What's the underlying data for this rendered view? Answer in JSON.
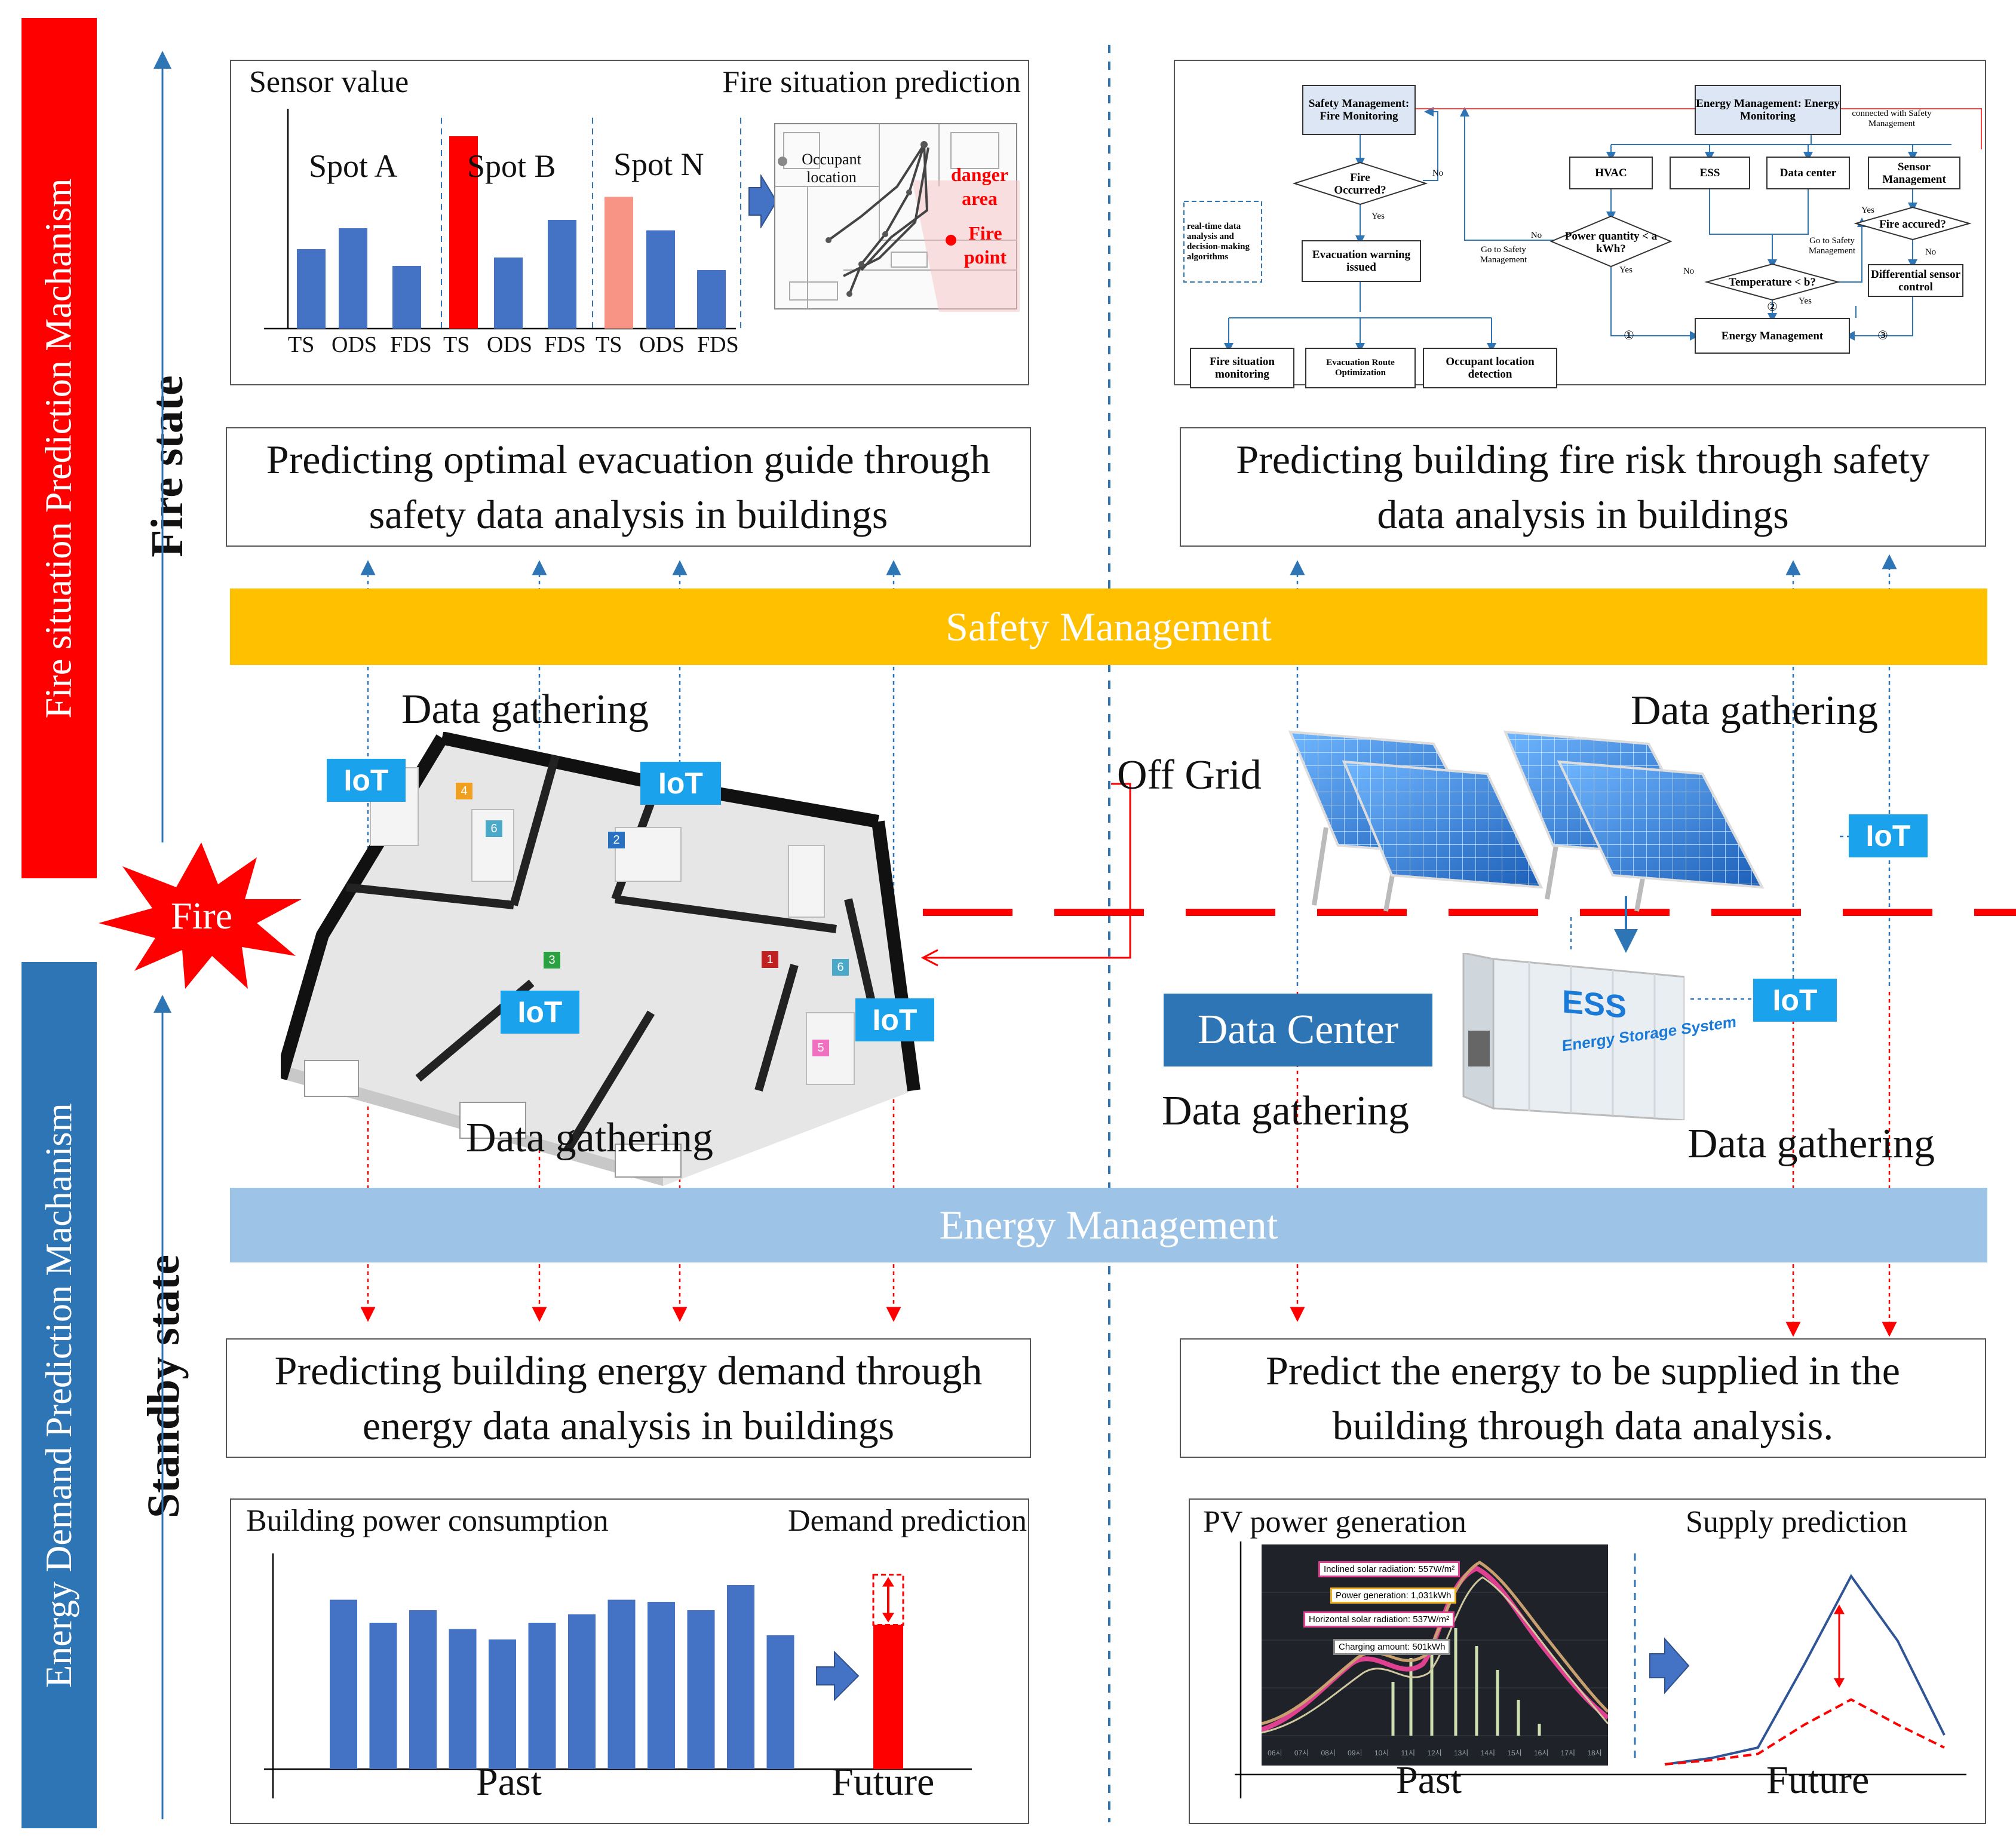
{
  "sidebar": {
    "fire_mechanism": "Fire situation Prediction Machanism",
    "energy_mechanism": "Energy Demand Prediction Machanism",
    "fire_state": "Fire state",
    "standby_state": "Standby state"
  },
  "colors": {
    "fire_red": "#ff0000",
    "energy_blue": "#2e75b6",
    "safety_yellow": "#ffc000",
    "energy_light_blue": "#9dc3e6",
    "bar_blue": "#4472c4",
    "iot_blue": "#1aa3ec",
    "salmon": "#f79486"
  },
  "sensor_panel": {
    "title": "Sensor value",
    "prediction_title": "Fire situation prediction",
    "spots": [
      "Spot A",
      "Spot B",
      "Spot N"
    ],
    "tick_labels": [
      "TS",
      "ODS",
      "FDS",
      "TS",
      "ODS",
      "FDS",
      "TS",
      "ODS",
      "FDS"
    ],
    "occupant_label": "Occupant location",
    "danger_label": "danger area",
    "fire_point_label": "Fire point"
  },
  "flowchart": {
    "safety_mgmt": "Safety Management: Fire Monitoring",
    "energy_mgmt": "Energy Management: Energy Monitoring",
    "connected_note": "connected with Safety Management",
    "fire_occurred": "Fire Occurred?",
    "no": "No",
    "yes": "Yes",
    "realtime": "real-time data analysis and decision-making algorithms",
    "evacuation_warning": "Evacuation warning issued",
    "fire_monitoring": "Fire situation monitoring",
    "route_opt": "Evacuation Route Optimization",
    "occupant_detection": "Occupant location detection",
    "hvac": "HVAC",
    "ess": "ESS",
    "data_center": "Data center",
    "sensor_mgmt": "Sensor Management",
    "power_quantity": "Power quantity < a kWh?",
    "fire_accured": "Fire accured?",
    "go_to_safety": "Go to Safety Management",
    "temperature": "Temperature < b?",
    "differential": "Differential sensor control",
    "energy_mgmt_box": "Energy Management",
    "circle1": "①",
    "circle2": "②",
    "circle3": "③"
  },
  "captions": {
    "top_left": "Predicting optimal evacuation guide through safety data analysis in buildings",
    "top_right": "Predicting building fire risk through safety data analysis in buildings",
    "bottom_left": "Predicting building energy demand through energy data analysis in buildings",
    "bottom_right": "Predict the energy to be supplied in the building through data analysis."
  },
  "bands": {
    "safety": "Safety Management",
    "energy": "Energy Management"
  },
  "middle": {
    "data_gathering": "Data gathering",
    "iot": "IoT",
    "fire": "Fire",
    "off_grid": "Off Grid",
    "data_center": "Data Center",
    "ess_title": "ESS",
    "ess_subtitle": "Energy Storage System",
    "room_numbers": [
      "4",
      "6",
      "2",
      "3",
      "1",
      "6",
      "5"
    ]
  },
  "demand_panel": {
    "title": "Building power consumption",
    "prediction_title": "Demand prediction",
    "past": "Past",
    "future": "Future"
  },
  "pv_panel": {
    "title": "PV power generation",
    "prediction_title": "Supply prediction",
    "past": "Past",
    "future": "Future",
    "inset_labels": [
      "Inclined solar radiation: 557W/m²",
      "Power generation: 1,031kWh",
      "Horizontal solar radiation: 537W/m²",
      "Charging amount: 501kWh"
    ],
    "inset_ticks": [
      "06시",
      "07시",
      "08시",
      "09시",
      "10시",
      "11시",
      "12시",
      "13시",
      "14시",
      "15시",
      "16시",
      "17시",
      "18시"
    ]
  },
  "chart_data": [
    {
      "type": "bar",
      "title": "Sensor value",
      "categories": [
        "TS",
        "ODS",
        "FDS",
        "TS",
        "ODS",
        "FDS",
        "TS",
        "ODS",
        "FDS"
      ],
      "groups": [
        "Spot A",
        "Spot B",
        "Spot N"
      ],
      "values": [
        38,
        48,
        30,
        92,
        34,
        52,
        63,
        47,
        28
      ],
      "ylim": [
        0,
        100
      ]
    },
    {
      "type": "bar",
      "title": "Building power consumption",
      "values": [
        81,
        70,
        76,
        67,
        62,
        70,
        74,
        81,
        80,
        76,
        88,
        64
      ],
      "prediction": {
        "title": "Demand prediction",
        "value": 69,
        "upper": 93
      },
      "ylim": [
        0,
        100
      ]
    },
    {
      "type": "line",
      "title": "Supply prediction",
      "series": [
        {
          "values": [
            2,
            5,
            10,
            50,
            92,
            61,
            16
          ]
        },
        {
          "values": [
            2,
            4,
            7,
            21,
            33,
            21,
            10
          ]
        }
      ],
      "ylim": [
        0,
        100
      ]
    }
  ]
}
